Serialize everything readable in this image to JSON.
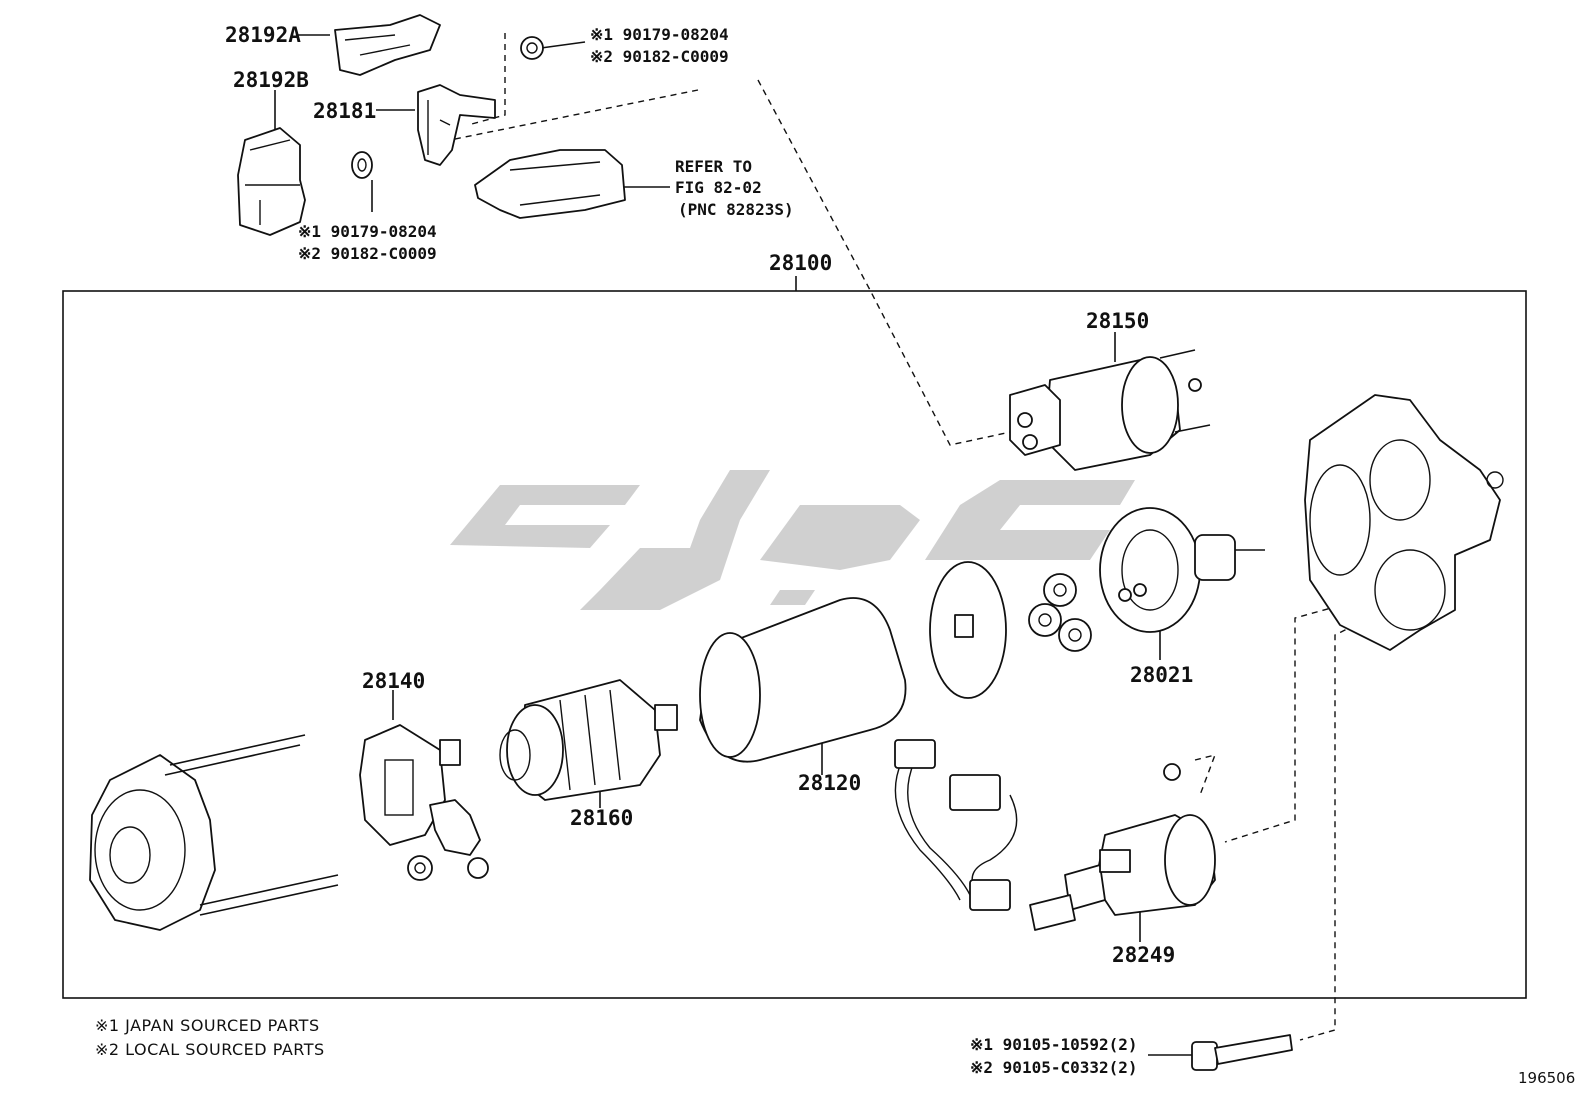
{
  "parts": {
    "p28192A": "28192A",
    "p28192B": "28192B",
    "p28181": "28181",
    "p28100": "28100",
    "p28150": "28150",
    "p28021": "28021",
    "p28140": "28140",
    "p28160": "28160",
    "p28120": "28120",
    "p28249": "28249"
  },
  "notes": {
    "nut_top_1": "※1 90179-08204",
    "nut_top_2": "※2 90182-C0009",
    "nut_left_1": "※1 90179-08204",
    "nut_left_2": "※2 90182-C0009",
    "bolt_1": "※1 90105-10592(2)",
    "bolt_2": "※2 90105-C0332(2)"
  },
  "refer": {
    "line1": "REFER TO",
    "line2": "FIG 82-02",
    "line3": "(PNC 82823S)"
  },
  "legend": {
    "line1": "※1 JAPAN SOURCED PARTS",
    "line2": "※2 LOCAL SOURCED PARTS"
  },
  "figure_number": "196506"
}
